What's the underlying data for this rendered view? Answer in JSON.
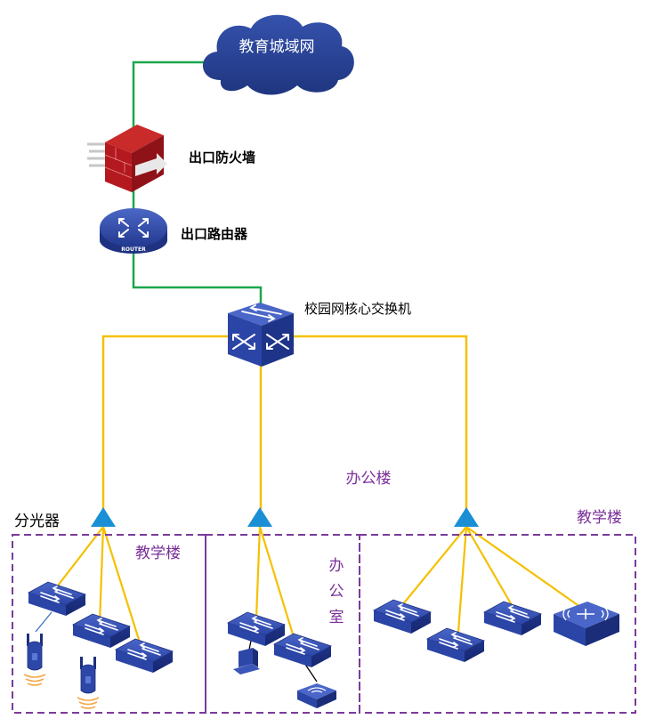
{
  "cloud_label": "教育城域网",
  "firewall_label": "出口防火墙",
  "router_label": "出口路由器",
  "router_badge": "ROUTER",
  "core_switch_label": "校园网核心交换机",
  "splitter_label": "分光器",
  "center_building_label": "办公楼",
  "zones": {
    "left": "教学楼",
    "middle_chars": [
      "办",
      "公",
      "室"
    ],
    "right": "教学楼"
  },
  "colors": {
    "green_link": "#1aa64a",
    "yellow_link": "#f5c000",
    "black_link": "#000000",
    "zone_border": "#7a3a9a",
    "zone_text": "#7a2f9a",
    "device_blue": "#2d47a8",
    "cloud_blue": "#243d8f",
    "firewall_red": "#b3191f",
    "splitter": "#1a8fd6"
  },
  "icons": {
    "cloud": "cloud-icon",
    "firewall": "firewall-icon",
    "router": "router-icon",
    "core_switch": "core-switch-icon",
    "switch": "switch-icon",
    "splitter": "splitter-icon",
    "access_point": "access-point-icon",
    "wireless_router": "wireless-router-icon",
    "computer": "computer-icon"
  }
}
